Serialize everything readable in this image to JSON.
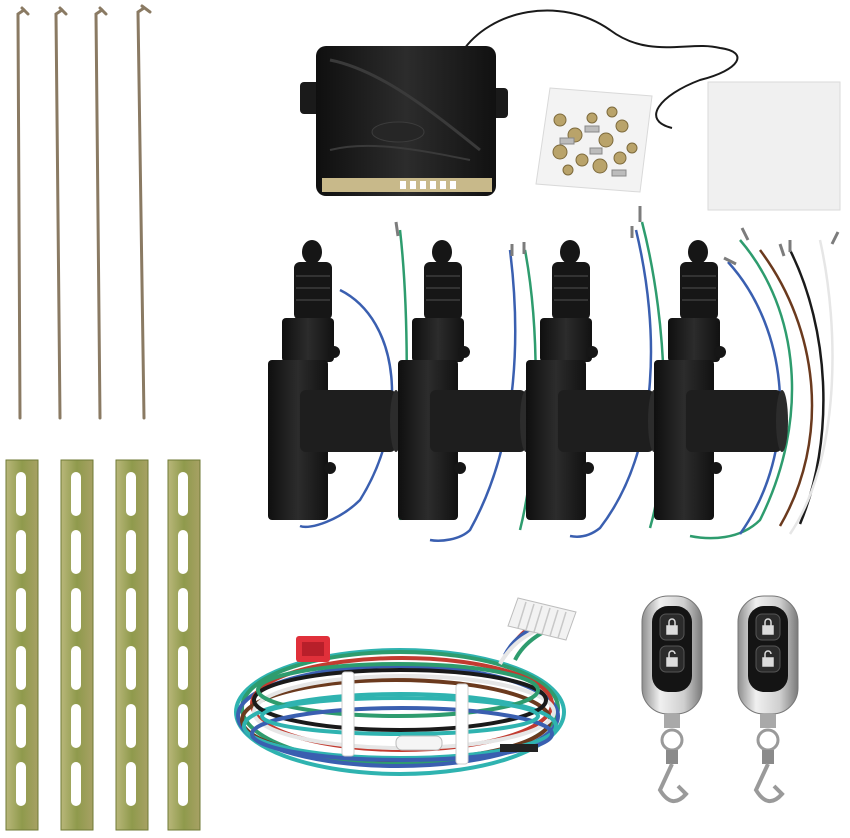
{
  "image": {
    "background": "#ffffff",
    "subject": "central-door-locking-kit",
    "items": [
      "linkage-rod",
      "mounting-bracket",
      "control-module",
      "antenna-wire",
      "screw-pack",
      "adhesive-pad",
      "door-lock-actuator",
      "wiring-harness",
      "fuse-holder",
      "harness-connector",
      "remote-key-fob"
    ],
    "counts": {
      "linkage_rods": 4,
      "mounting_brackets": 4,
      "actuators": 4,
      "remotes": 2
    },
    "colors": {
      "actuator_body": "#1b1b1b",
      "bracket_metal": "#9aa55a",
      "rod_metal": "#8a7a63",
      "wire_green": "#2e9c6e",
      "wire_blue": "#3a5fb0",
      "wire_brown": "#6b3a1e",
      "wire_white": "#e6e6e6",
      "wire_red": "#c23b30",
      "wire_teal": "#2fb3b0",
      "fuse_red": "#e0303a",
      "remote_chrome": "#c9c9c9"
    }
  }
}
